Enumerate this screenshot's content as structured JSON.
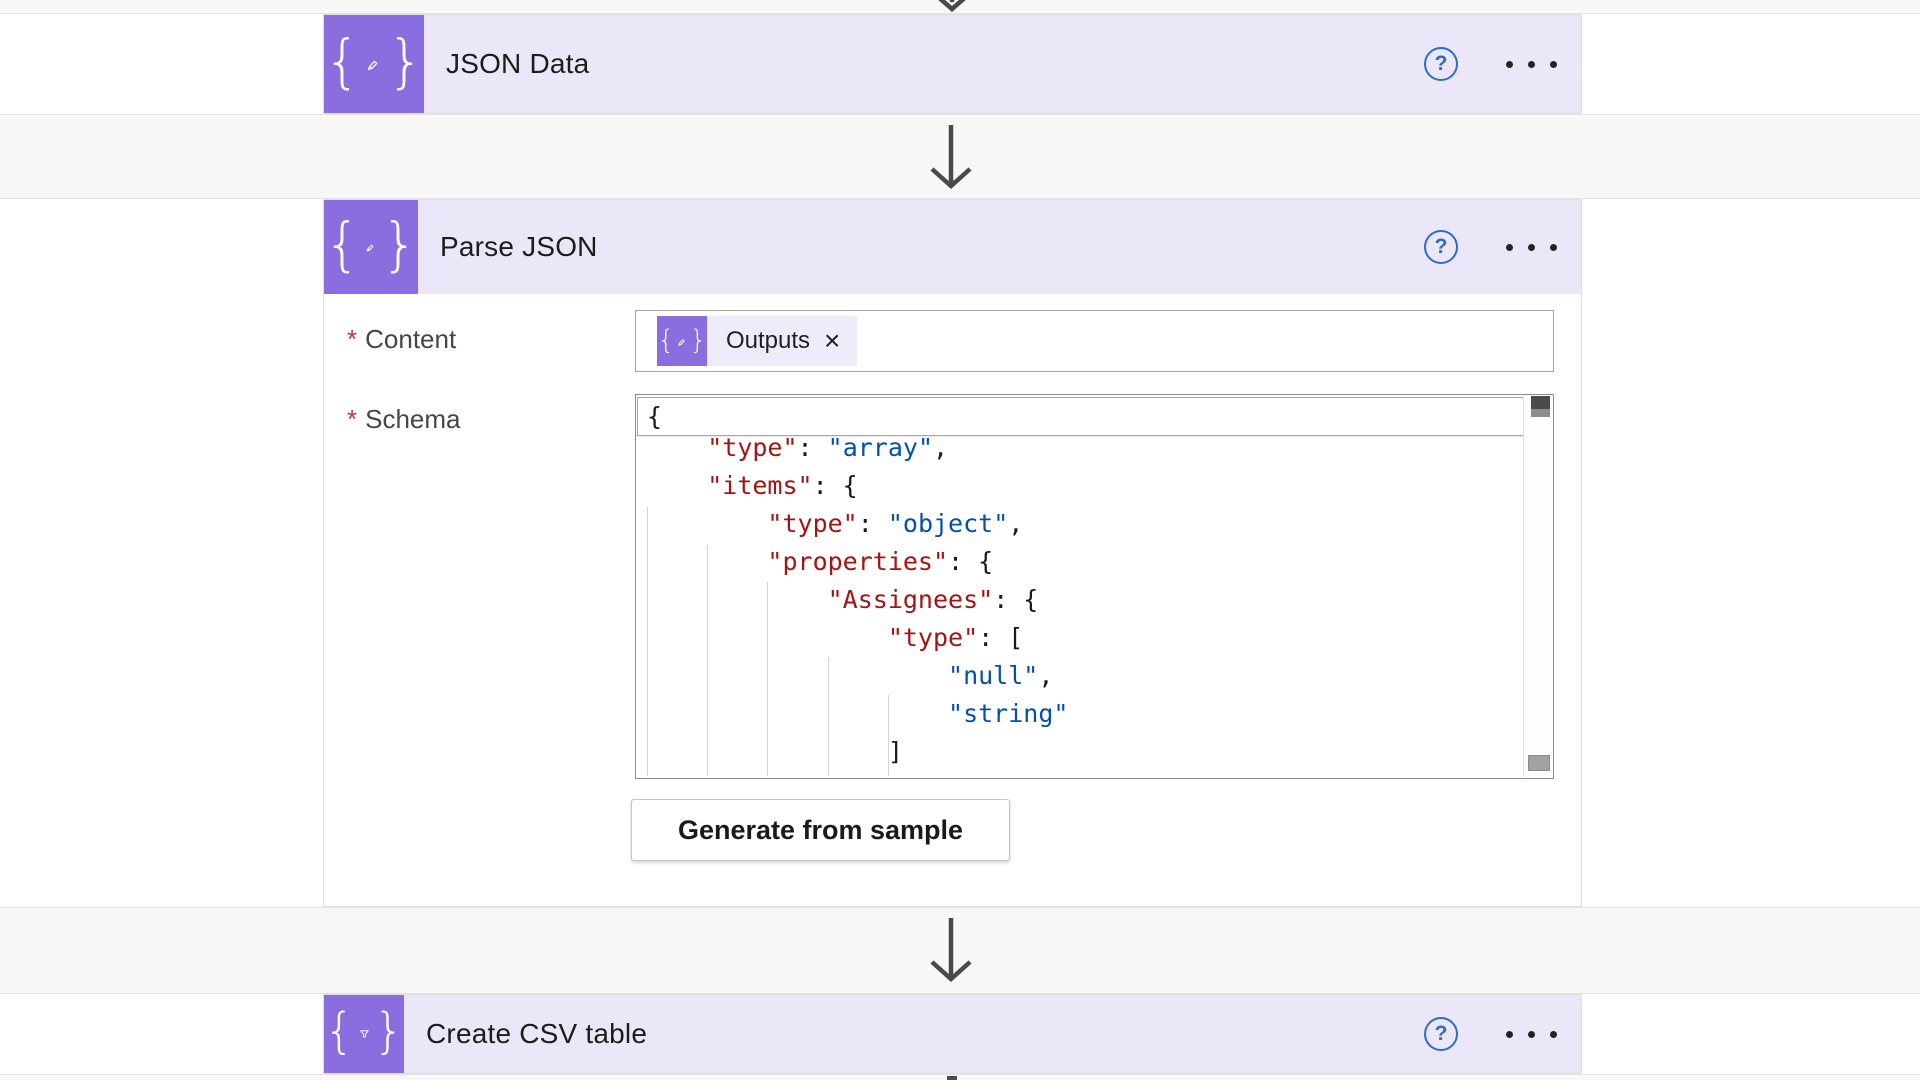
{
  "colors": {
    "action_purple": "#8A6DDE",
    "header_lavender": "#EBE7F8",
    "chip_lavender": "#EFEBFA",
    "help_blue": "#2B6CC8",
    "code_key": "#A31515",
    "code_string": "#0451A5",
    "required_red": "#C4314B",
    "arrow_gray": "#4C4A48"
  },
  "icons": {
    "help_glyph": "?",
    "brace_open": "{",
    "brace_close": "}"
  },
  "json_data_card": {
    "title": "JSON Data"
  },
  "parse_json_card": {
    "title": "Parse JSON",
    "content_field": {
      "required_marker": "*",
      "label": "Content",
      "token": {
        "text": "Outputs",
        "remove_glyph": "×"
      }
    },
    "schema_field": {
      "required_marker": "*",
      "label": "Schema",
      "first_line": "{",
      "code_lines": [
        [
          {
            "t": "p",
            "v": "    "
          },
          {
            "t": "k",
            "v": "\"type\""
          },
          {
            "t": "p",
            "v": ": "
          },
          {
            "t": "s",
            "v": "\"array\""
          },
          {
            "t": "p",
            "v": ","
          }
        ],
        [
          {
            "t": "p",
            "v": "    "
          },
          {
            "t": "k",
            "v": "\"items\""
          },
          {
            "t": "p",
            "v": ": {"
          }
        ],
        [
          {
            "t": "p",
            "v": "        "
          },
          {
            "t": "k",
            "v": "\"type\""
          },
          {
            "t": "p",
            "v": ": "
          },
          {
            "t": "s",
            "v": "\"object\""
          },
          {
            "t": "p",
            "v": ","
          }
        ],
        [
          {
            "t": "p",
            "v": "        "
          },
          {
            "t": "k",
            "v": "\"properties\""
          },
          {
            "t": "p",
            "v": ": {"
          }
        ],
        [
          {
            "t": "p",
            "v": "            "
          },
          {
            "t": "k",
            "v": "\"Assignees\""
          },
          {
            "t": "p",
            "v": ": {"
          }
        ],
        [
          {
            "t": "p",
            "v": "                "
          },
          {
            "t": "k",
            "v": "\"type\""
          },
          {
            "t": "p",
            "v": ": ["
          }
        ],
        [
          {
            "t": "p",
            "v": "                    "
          },
          {
            "t": "s",
            "v": "\"null\""
          },
          {
            "t": "p",
            "v": ","
          }
        ],
        [
          {
            "t": "p",
            "v": "                    "
          },
          {
            "t": "s",
            "v": "\"string\""
          }
        ],
        [
          {
            "t": "p",
            "v": "                ]"
          }
        ]
      ]
    },
    "generate_button_label": "Generate from sample"
  },
  "create_csv_card": {
    "title": "Create CSV table"
  }
}
